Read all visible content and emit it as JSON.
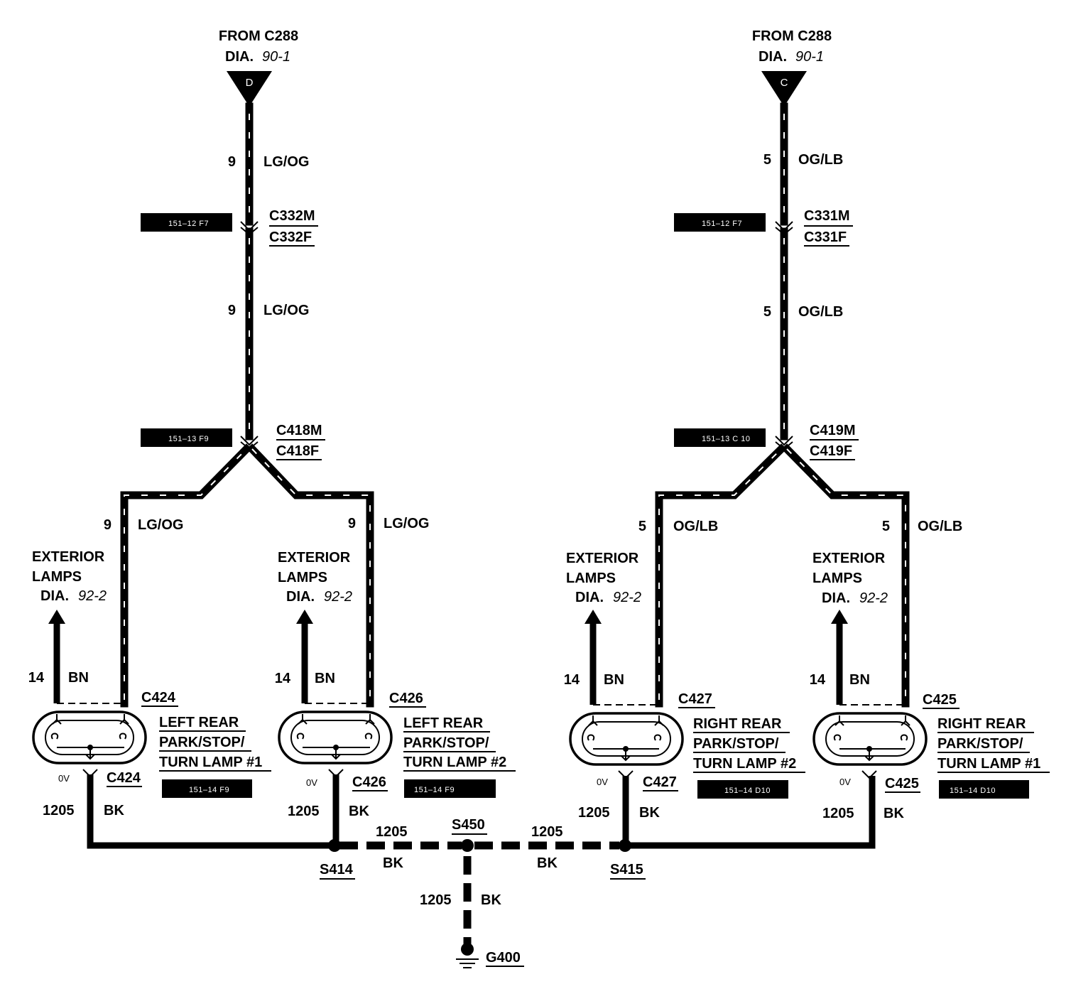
{
  "sources": [
    {
      "from": "FROM C288",
      "dia": "DIA.",
      "dia_ref": "90-1",
      "id": "D"
    },
    {
      "from": "FROM C288",
      "dia": "DIA.",
      "dia_ref": "90-1",
      "id": "C"
    }
  ],
  "left_feed": {
    "circuit": "9",
    "color": "LG/OG",
    "c1_tag": "151–12 F7",
    "c1_m": "C332M",
    "c1_f": "C332F",
    "c2_tag": "151–13 F9",
    "c2_m": "C418M",
    "c2_f": "C418F"
  },
  "right_feed": {
    "circuit": "5",
    "color": "OG/LB",
    "c1_tag": "151–12 F7",
    "c1_m": "C331M",
    "c1_f": "C331F",
    "c2_tag": "151–13 C 10",
    "c2_m": "C419M",
    "c2_f": "C419F"
  },
  "exterior": {
    "l1": "EXTERIOR",
    "l2": "LAMPS",
    "dia": "DIA.",
    "ref": "92-2"
  },
  "bn": {
    "circuit": "14",
    "color": "BN"
  },
  "lamps": [
    {
      "connector": "C424",
      "name1": "LEFT REAR",
      "name2": "PARK/STOP/",
      "name3": "TURN LAMP #1",
      "tag": "151–14 F9",
      "circuit": "9",
      "color": "LG/OG"
    },
    {
      "connector": "C426",
      "name1": "LEFT REAR",
      "name2": "PARK/STOP/",
      "name3": "TURN LAMP #2",
      "tag": "151–14 F9",
      "circuit": "9",
      "color": "LG/OG"
    },
    {
      "connector": "C427",
      "name1": "RIGHT REAR",
      "name2": "PARK/STOP/",
      "name3": "TURN LAMP #2",
      "tag": "151–14 D10",
      "circuit": "5",
      "color": "OG/LB"
    },
    {
      "connector": "C425",
      "name1": "RIGHT REAR",
      "name2": "PARK/STOP/",
      "name3": "TURN LAMP #1",
      "tag": "151–14 D10",
      "circuit": "5",
      "color": "OG/LB"
    }
  ],
  "ground": {
    "voltage": "0V",
    "circuit": "1205",
    "color": "BK",
    "splices": [
      "S414",
      "S450",
      "S415"
    ],
    "ground_id": "G400"
  }
}
